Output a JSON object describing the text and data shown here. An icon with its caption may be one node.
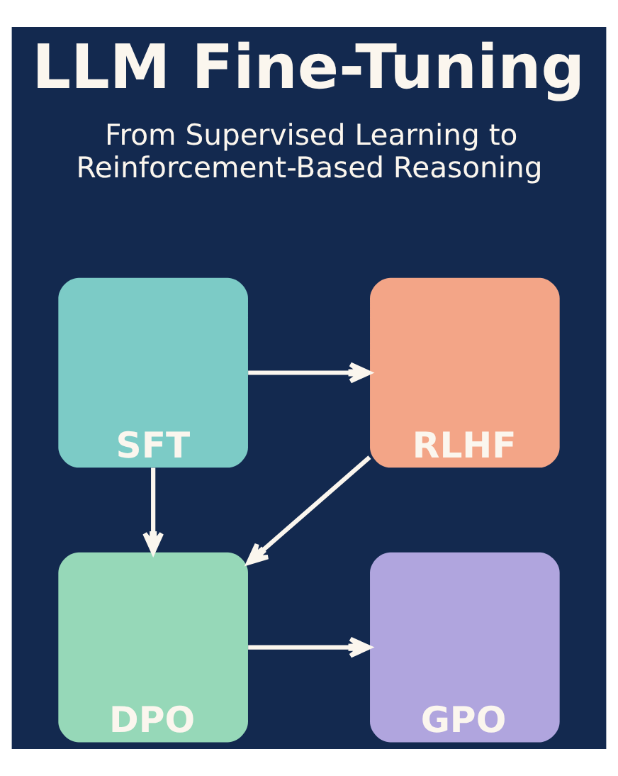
{
  "diagram": {
    "title": "LLM Fine-Tuning",
    "nodes": [
      {
        "text": [
          "SFT"
        ]
      },
      {
        "text": [
          "RLHF"
        ]
      },
      {
        "text": [
          "DPO"
        ]
      },
      {
        "text": [
          "GPO"
        ]
      }
    ],
    "edges": [
      {
        "from": 0,
        "to": 1,
        "arrow": "to"
      },
      {
        "from": 0,
        "to": 2,
        "arrow": "to"
      },
      {
        "from": 1,
        "to": 2,
        "arrow": "to"
      },
      {
        "from": 2,
        "to": 3,
        "arrow": "to"
      }
    ],
    "labels": [
      "From Supervised Learning to Reinforcement-Based Reasoning"
    ]
  }
}
